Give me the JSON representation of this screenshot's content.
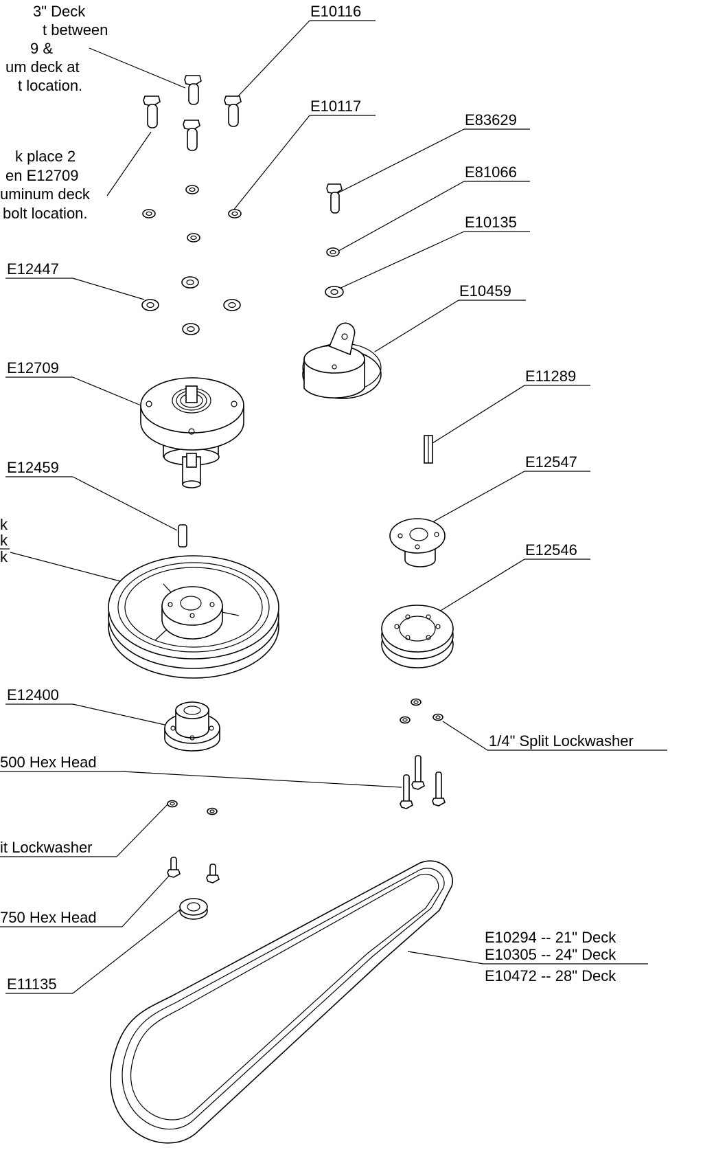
{
  "diagram": {
    "part_labels": {
      "e10116": "E10116",
      "e10117": "E10117",
      "e83629": "E83629",
      "e81066": "E81066",
      "e10135": "E10135",
      "e12447": "E12447",
      "e10459": "E10459",
      "e12709": "E12709",
      "e11289": "E11289",
      "e12459": "E12459",
      "e12547": "E12547",
      "e12546": "E12546",
      "e12400": "E12400",
      "e11135": "E11135",
      "lockwasher_14": "1/4\" Split Lockwasher"
    },
    "notes": {
      "deck_note_a": [
        "3\" Deck",
        "t between",
        "9 &",
        "um deck at",
        "t location."
      ],
      "deck_note_b": [
        "k place 2",
        "en E12709",
        "uminum deck",
        "bolt location."
      ],
      "pulley_a": "k",
      "pulley_b": "k",
      "pulley_c": "k",
      "hex_head_1500": "500 Hex Head",
      "split_lockwasher_partial": "it Lockwasher",
      "hex_head_750": "750 Hex Head"
    },
    "belt_labels": [
      "E10294 -- 21\" Deck",
      "E10305 -- 24\" Deck",
      "E10472 -- 28\" Deck"
    ]
  }
}
